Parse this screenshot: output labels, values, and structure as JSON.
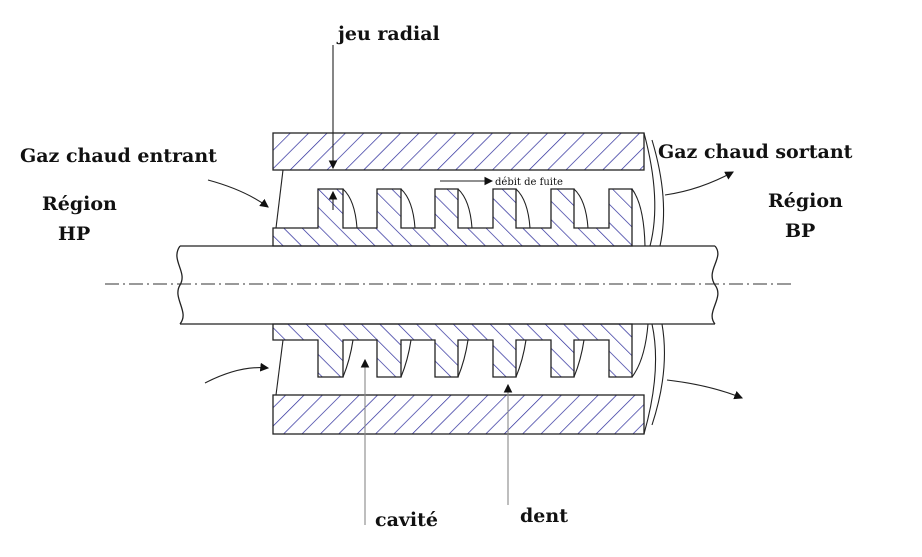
{
  "labels": {
    "jeu_radial": "jeu radial",
    "gaz_entrant": "Gaz chaud entrant",
    "gaz_sortant": "Gaz chaud sortant",
    "region_hp_1": "Région",
    "region_hp_2": "HP",
    "region_bp_1": "Région",
    "region_bp_2": "BP",
    "debit_fuite": "débit de fuite",
    "cavite": "cavité",
    "dent": "dent"
  },
  "colors": {
    "hatch": "#2a2a9a",
    "line": "#222222"
  }
}
